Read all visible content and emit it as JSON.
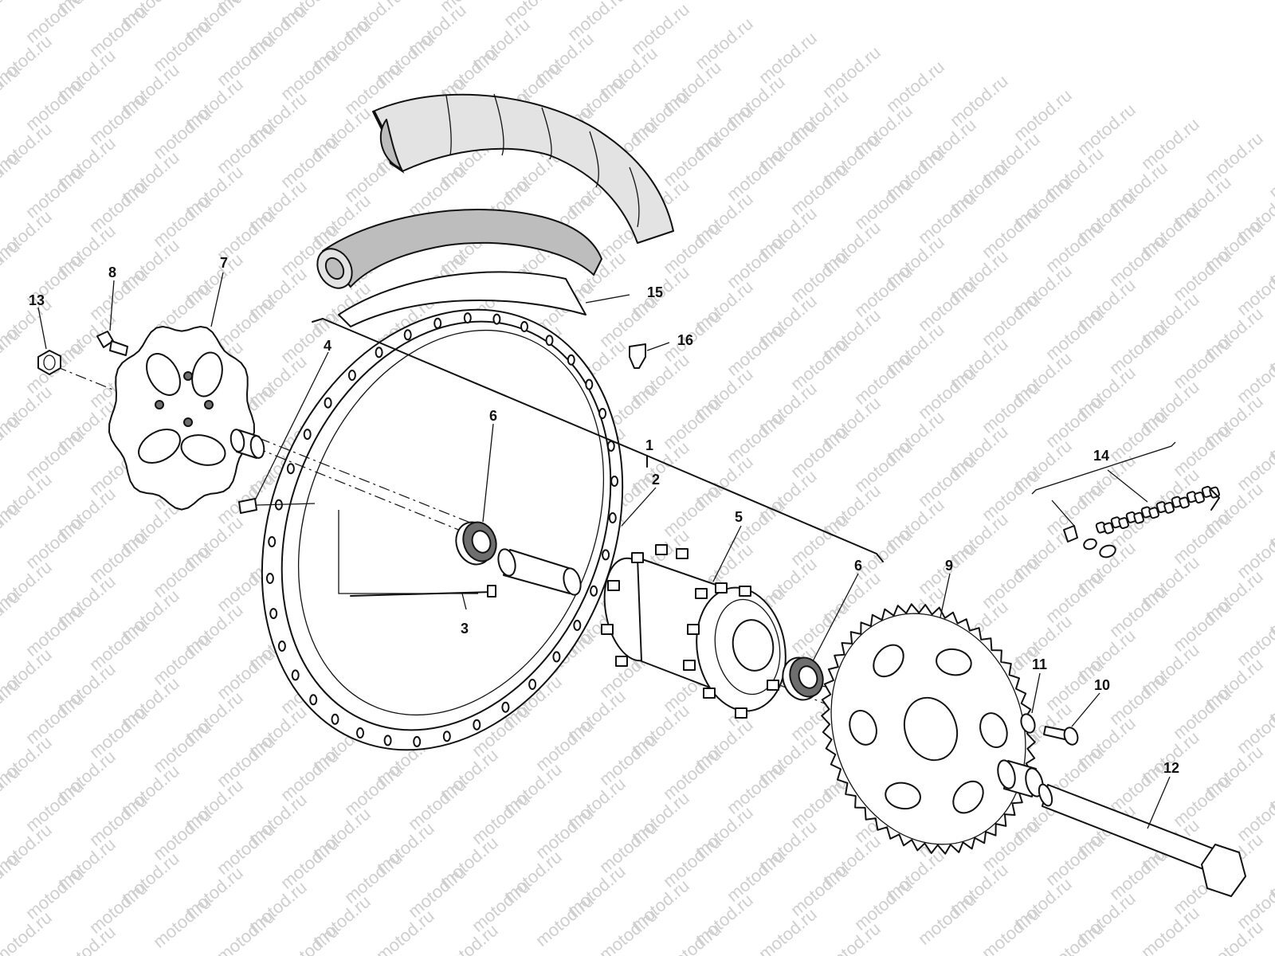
{
  "watermark": {
    "text": "motod.ru"
  },
  "colors": {
    "line": "#111111",
    "tire_fill": "#e3e3e3",
    "tube_fill": "#bdbdbd",
    "watermark": "#cfcfcf"
  },
  "callouts": {
    "c1": "1",
    "c2": "2",
    "c3": "3",
    "c4": "4",
    "c5": "5",
    "c6a": "6",
    "c6b": "6",
    "c7": "7",
    "c8": "8",
    "c9": "9",
    "c10": "10",
    "c11": "11",
    "c12": "12",
    "c13": "13",
    "c14": "14",
    "c15": "15",
    "c16": "16"
  }
}
